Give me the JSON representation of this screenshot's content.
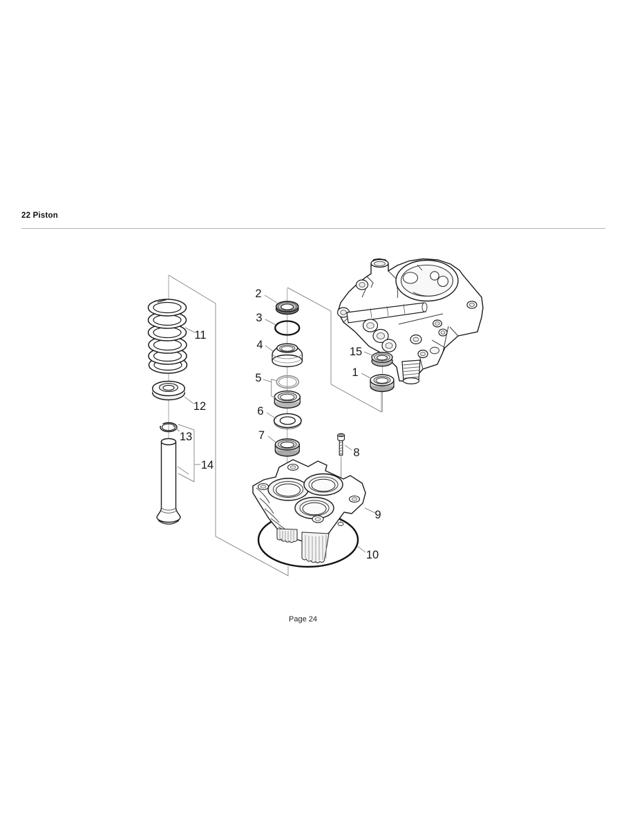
{
  "page": {
    "title": "22 Piston",
    "page_number": "Page 24"
  },
  "diagram": {
    "type": "exploded-parts-diagram",
    "callouts": [
      {
        "label": "1"
      },
      {
        "label": "2"
      },
      {
        "label": "3"
      },
      {
        "label": "4"
      },
      {
        "label": "5"
      },
      {
        "label": "6"
      },
      {
        "label": "7"
      },
      {
        "label": "8"
      },
      {
        "label": "9"
      },
      {
        "label": "10"
      },
      {
        "label": "11"
      },
      {
        "label": "12"
      },
      {
        "label": "13"
      },
      {
        "label": "14"
      },
      {
        "label": "15"
      }
    ]
  }
}
